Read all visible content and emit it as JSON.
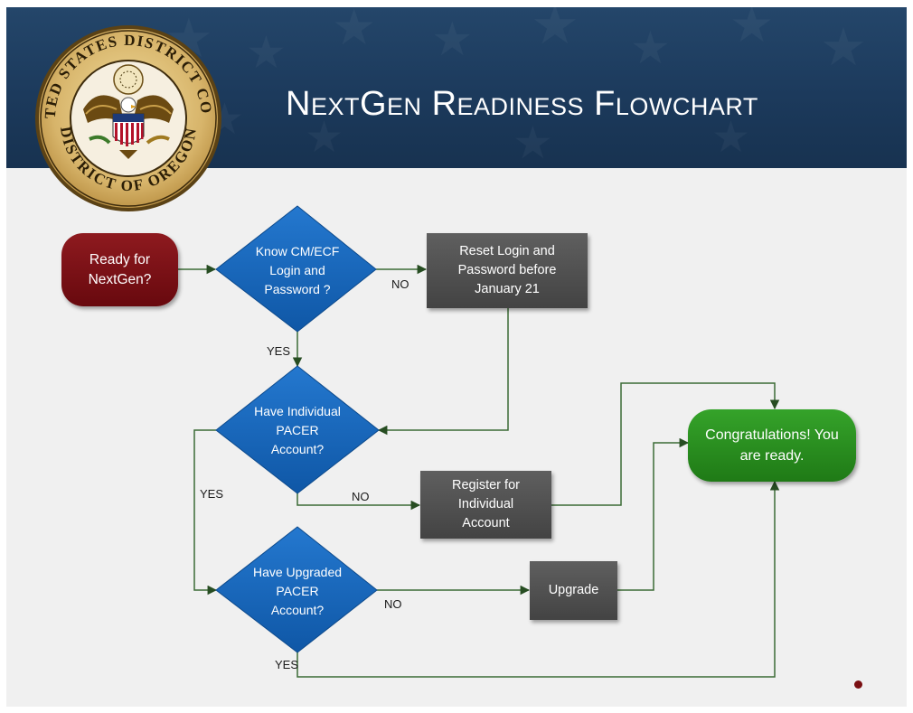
{
  "title": "NextGen Readiness Flowchart",
  "seal": {
    "top_text": "UNITED STATES DISTRICT COURT",
    "bottom_text": "DISTRICT OF OREGON"
  },
  "nodes": {
    "start": "Ready for NextGen?",
    "q_login": "Know CM/ECF Login and Password ?",
    "reset": "Reset Login and Password before January 21",
    "q_pacer": "Have Individual PACER Account?",
    "register": "Register for Individual Account",
    "q_upgraded": "Have Upgraded PACER Account?",
    "upgrade": "Upgrade",
    "done": "Congratulations! You are ready."
  },
  "edge_labels": {
    "login_no": "NO",
    "login_yes": "YES",
    "pacer_yes": "YES",
    "pacer_no": "NO",
    "upgraded_no": "NO",
    "upgraded_yes": "YES"
  },
  "colors": {
    "banner": "#1f3f62",
    "start": "#7a1015",
    "decision": "#1565b5",
    "process": "#4f4f4f",
    "done": "#2a8a1f",
    "connector": "#274d22"
  }
}
